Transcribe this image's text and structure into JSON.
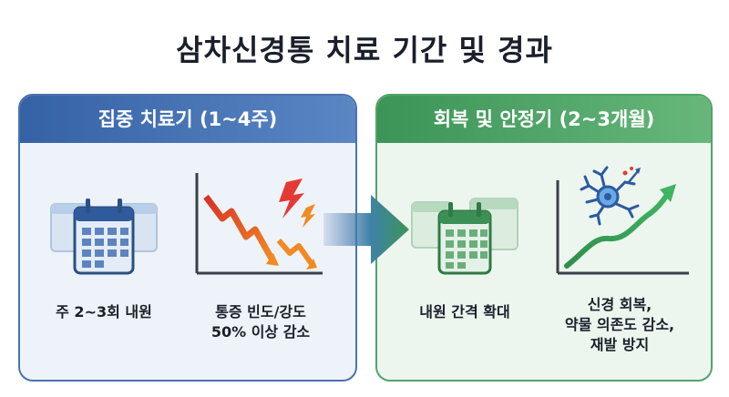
{
  "title": "삼차신경통 치료 기간 및 경과",
  "phases": [
    {
      "header": "집중 치료기 (1~4주)",
      "items": [
        {
          "icon": "calendar-icon",
          "caption": [
            "주 2~3회 내원"
          ]
        },
        {
          "icon": "pain-decrease-chart-icon",
          "caption": [
            "통증 빈도/강도",
            "50% 이상 감소"
          ]
        }
      ],
      "color": "#3562a5"
    },
    {
      "header": "회복 및 안정기 (2~3개월)",
      "items": [
        {
          "icon": "calendar-icon",
          "caption": [
            "내원 간격 확대"
          ]
        },
        {
          "icon": "nerve-recovery-chart-icon",
          "caption": [
            "신경 회복,",
            "약물 의존도 감소,",
            "재발 방지"
          ]
        }
      ],
      "color": "#3c9457"
    }
  ],
  "transition_icon": "right-arrow-icon"
}
